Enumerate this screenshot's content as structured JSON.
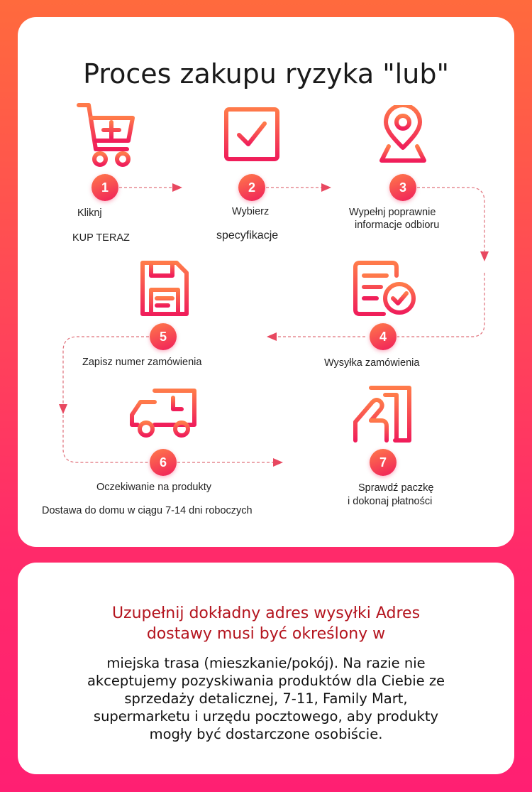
{
  "title": "Proces zakupu ryzyka \"lub\"",
  "colors": {
    "accent_start": "#ff7a4a",
    "accent_end": "#f01e5a",
    "note_red": "#b4141e"
  },
  "steps": [
    {
      "number": "1",
      "icon": "shopping-cart-add-icon",
      "lines": [
        "Kliknj",
        "KUP TERAZ"
      ]
    },
    {
      "number": "2",
      "icon": "checkbox-icon",
      "lines": [
        "Wybierz",
        "specyfikacje"
      ]
    },
    {
      "number": "3",
      "icon": "map-pin-icon",
      "lines": [
        "Wypełnj poprawnie",
        "informacje odbioru"
      ]
    },
    {
      "number": "4",
      "icon": "order-document-check-icon",
      "lines": [
        "Wysyłka zamówienia"
      ]
    },
    {
      "number": "5",
      "icon": "save-disk-icon",
      "lines": [
        "Zapisz numer zamówienia"
      ]
    },
    {
      "number": "6",
      "icon": "delivery-truck-icon",
      "lines": [
        "Oczekiwanie na produkty",
        "Dostawa do domu w ciągu 7-14 dni roboczych"
      ]
    },
    {
      "number": "7",
      "icon": "package-hand-icon",
      "lines": [
        "Sprawdź paczkę",
        "i dokonaj płatności"
      ]
    }
  ],
  "note": {
    "red_lines": [
      "Uzupełnij dokładny adres wysyłki Adres",
      "dostawy musi być określony w"
    ],
    "body_lines": [
      "miejska trasa (mieszkanie/pokój). Na razie nie",
      "akceptujemy pozyskiwania produktów dla Ciebie ze",
      "sprzedaży detalicznej, 7-11, Family Mart,",
      "supermarketu i urzędu pocztowego, aby produkty",
      "mogły być dostarczone osobiście."
    ]
  }
}
